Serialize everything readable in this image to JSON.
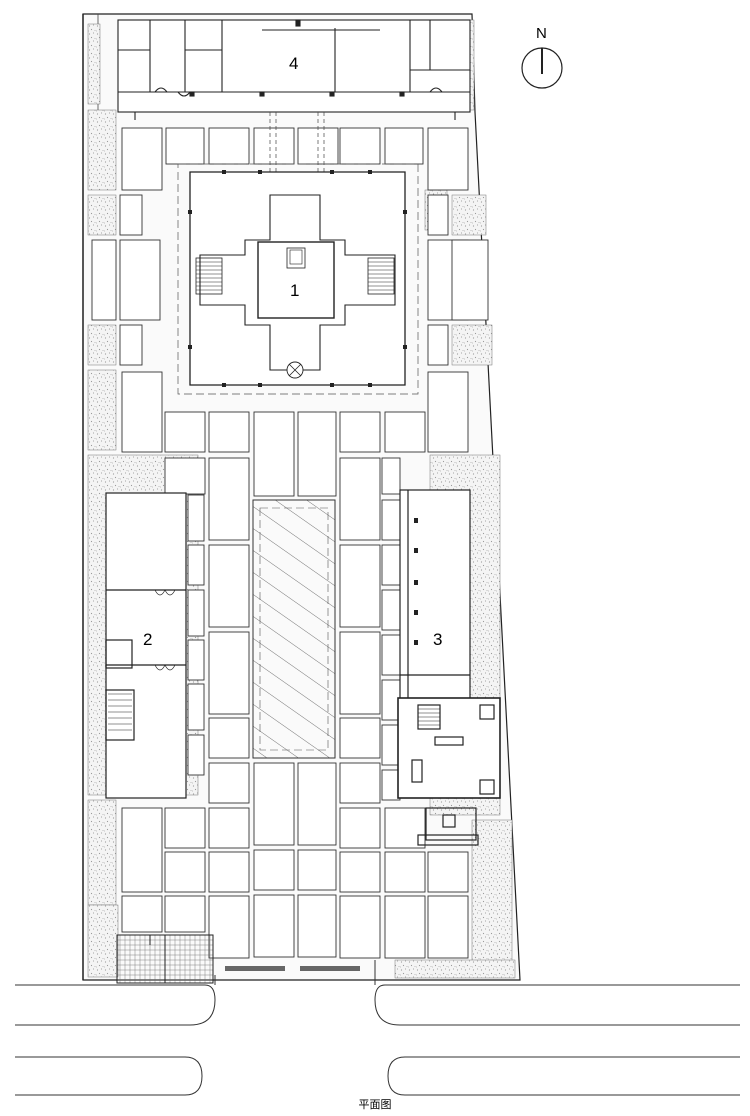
{
  "caption": "平面图",
  "north_label": "N",
  "building_labels": {
    "b1": "1",
    "b2": "2",
    "b3": "3",
    "b4": "4"
  }
}
